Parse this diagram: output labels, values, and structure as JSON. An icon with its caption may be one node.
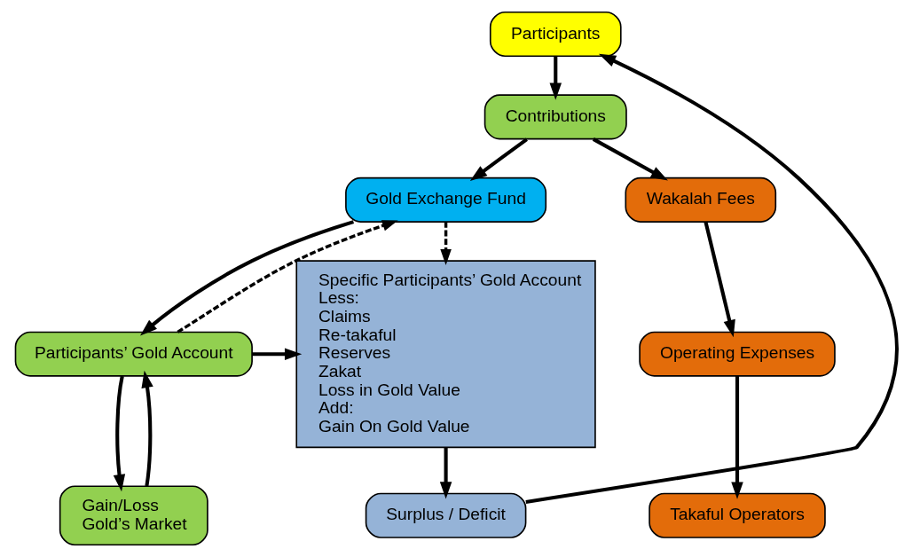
{
  "diagram": {
    "nodes": [
      {
        "text": [
          "Participants"
        ]
      },
      {
        "text": [
          "Contributions"
        ]
      },
      {
        "text": [
          "Gold Exchange Fund"
        ]
      },
      {
        "text": [
          "Wakalah Fees"
        ]
      },
      {
        "text": [
          "Operating Expenses"
        ]
      },
      {
        "text": [
          "Takaful Operators"
        ]
      },
      {
        "text": [
          "Participants’ Gold Account"
        ]
      },
      {
        "text": [
          "Gain/Loss",
          "Gold’s Market"
        ]
      },
      {
        "text": [
          "Specific Participants’ Gold Account",
          "Less:",
          "Claims",
          "Re-takaful",
          "Reserves",
          "Zakat",
          "Loss in Gold Value",
          "Add:",
          "Gain On Gold Value"
        ]
      },
      {
        "text": [
          "Surplus / Deficit"
        ]
      }
    ],
    "edges": [
      {
        "from": 0,
        "to": 1,
        "arrow": "to"
      },
      {
        "from": 1,
        "to": 3,
        "arrow": "to"
      },
      {
        "from": 1,
        "to": 2,
        "arrow": "to"
      },
      {
        "from": 2,
        "to": 8,
        "arrow": "to",
        "style": "dashed"
      },
      {
        "from": 2,
        "to": 6,
        "arrow": "to"
      },
      {
        "from": 6,
        "to": 2,
        "arrow": "to",
        "style": "dashed"
      },
      {
        "from": 6,
        "to": 8,
        "arrow": "to"
      },
      {
        "from": 6,
        "to": 7,
        "arrow": "to"
      },
      {
        "from": 7,
        "to": 6,
        "arrow": "to"
      },
      {
        "from": 3,
        "to": 4,
        "arrow": "to"
      },
      {
        "from": 4,
        "to": 5,
        "arrow": "to"
      },
      {
        "from": 8,
        "to": 9,
        "arrow": "to"
      },
      {
        "from": 9,
        "to": 0,
        "arrow": "to"
      }
    ]
  }
}
